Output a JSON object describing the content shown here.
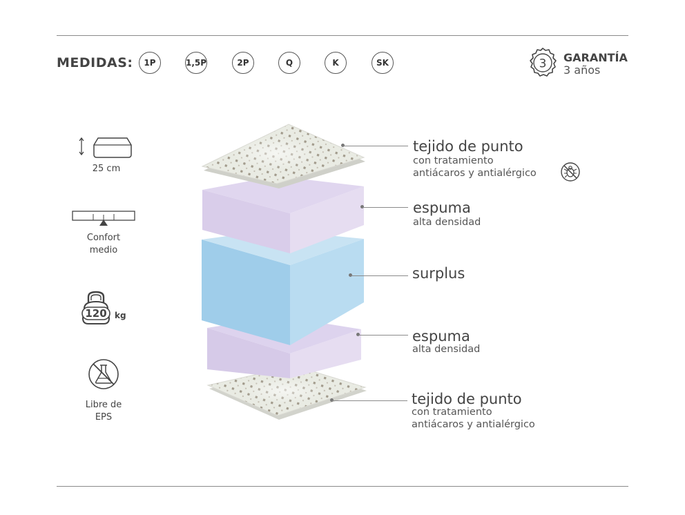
{
  "header": {
    "medidas_label": "MEDIDAS:",
    "sizes": [
      "1P",
      "1,5P",
      "2P",
      "Q",
      "K",
      "SK"
    ],
    "garantia": {
      "badge": "3",
      "title": "GARANTÍA",
      "subtitle": "3 años"
    }
  },
  "features": {
    "height": {
      "label": "25 cm",
      "icon": "mattress-height-icon"
    },
    "comfort": {
      "label_line1": "Confort",
      "label_line2": "medio",
      "icon": "comfort-scale-icon"
    },
    "weight": {
      "value": "120",
      "unit": "kg",
      "icon": "kettlebell-icon"
    },
    "eps": {
      "label_line1": "Libre de",
      "label_line2": "EPS",
      "icon": "no-eps-flask-icon"
    }
  },
  "layers": [
    {
      "title": "tejido de punto",
      "sub_line1": "con tratamiento",
      "sub_line2": "antiácaros y antialérgico",
      "icon": "anti-mite-icon"
    },
    {
      "title": "espuma",
      "sub_line1": "alta densidad"
    },
    {
      "title": "surplus"
    },
    {
      "title": "espuma",
      "sub_line1": "alta densidad"
    },
    {
      "title": "tejido de punto",
      "sub_line1": "con tratamiento",
      "sub_line2": "antiácaros y antialérgico"
    }
  ],
  "colors": {
    "knit": "#e9ebe3",
    "foam_front": "#d9cdea",
    "foam_side": "#e6ddf1",
    "surplus_front": "#9fcdea",
    "surplus_side": "#b9dcf1",
    "text": "#444444",
    "rule": "#8a8a8a"
  }
}
